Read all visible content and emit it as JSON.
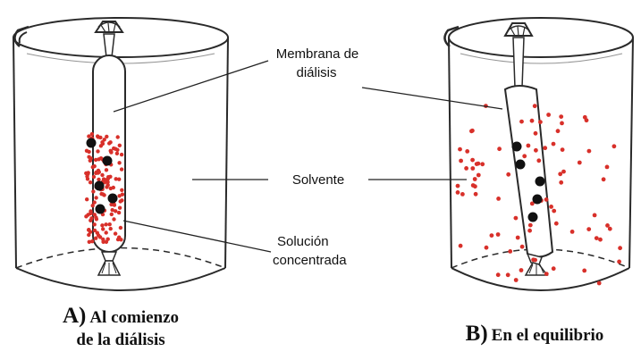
{
  "labels": {
    "membrane_line1": "Membrana de",
    "membrane_line2": "diálisis",
    "solvent": "Solvente",
    "solution_line1": "Solución",
    "solution_line2": "concentrada"
  },
  "captions": {
    "a_letter": "A)",
    "a_text_line1": "Al comienzo",
    "a_text_line2": "de la diálisis",
    "b_letter": "B)",
    "b_text": "En el equilibrio"
  },
  "colors": {
    "solute_particle": "#d8302a",
    "large_molecule": "#111111",
    "outline": "#2a2a2a"
  }
}
